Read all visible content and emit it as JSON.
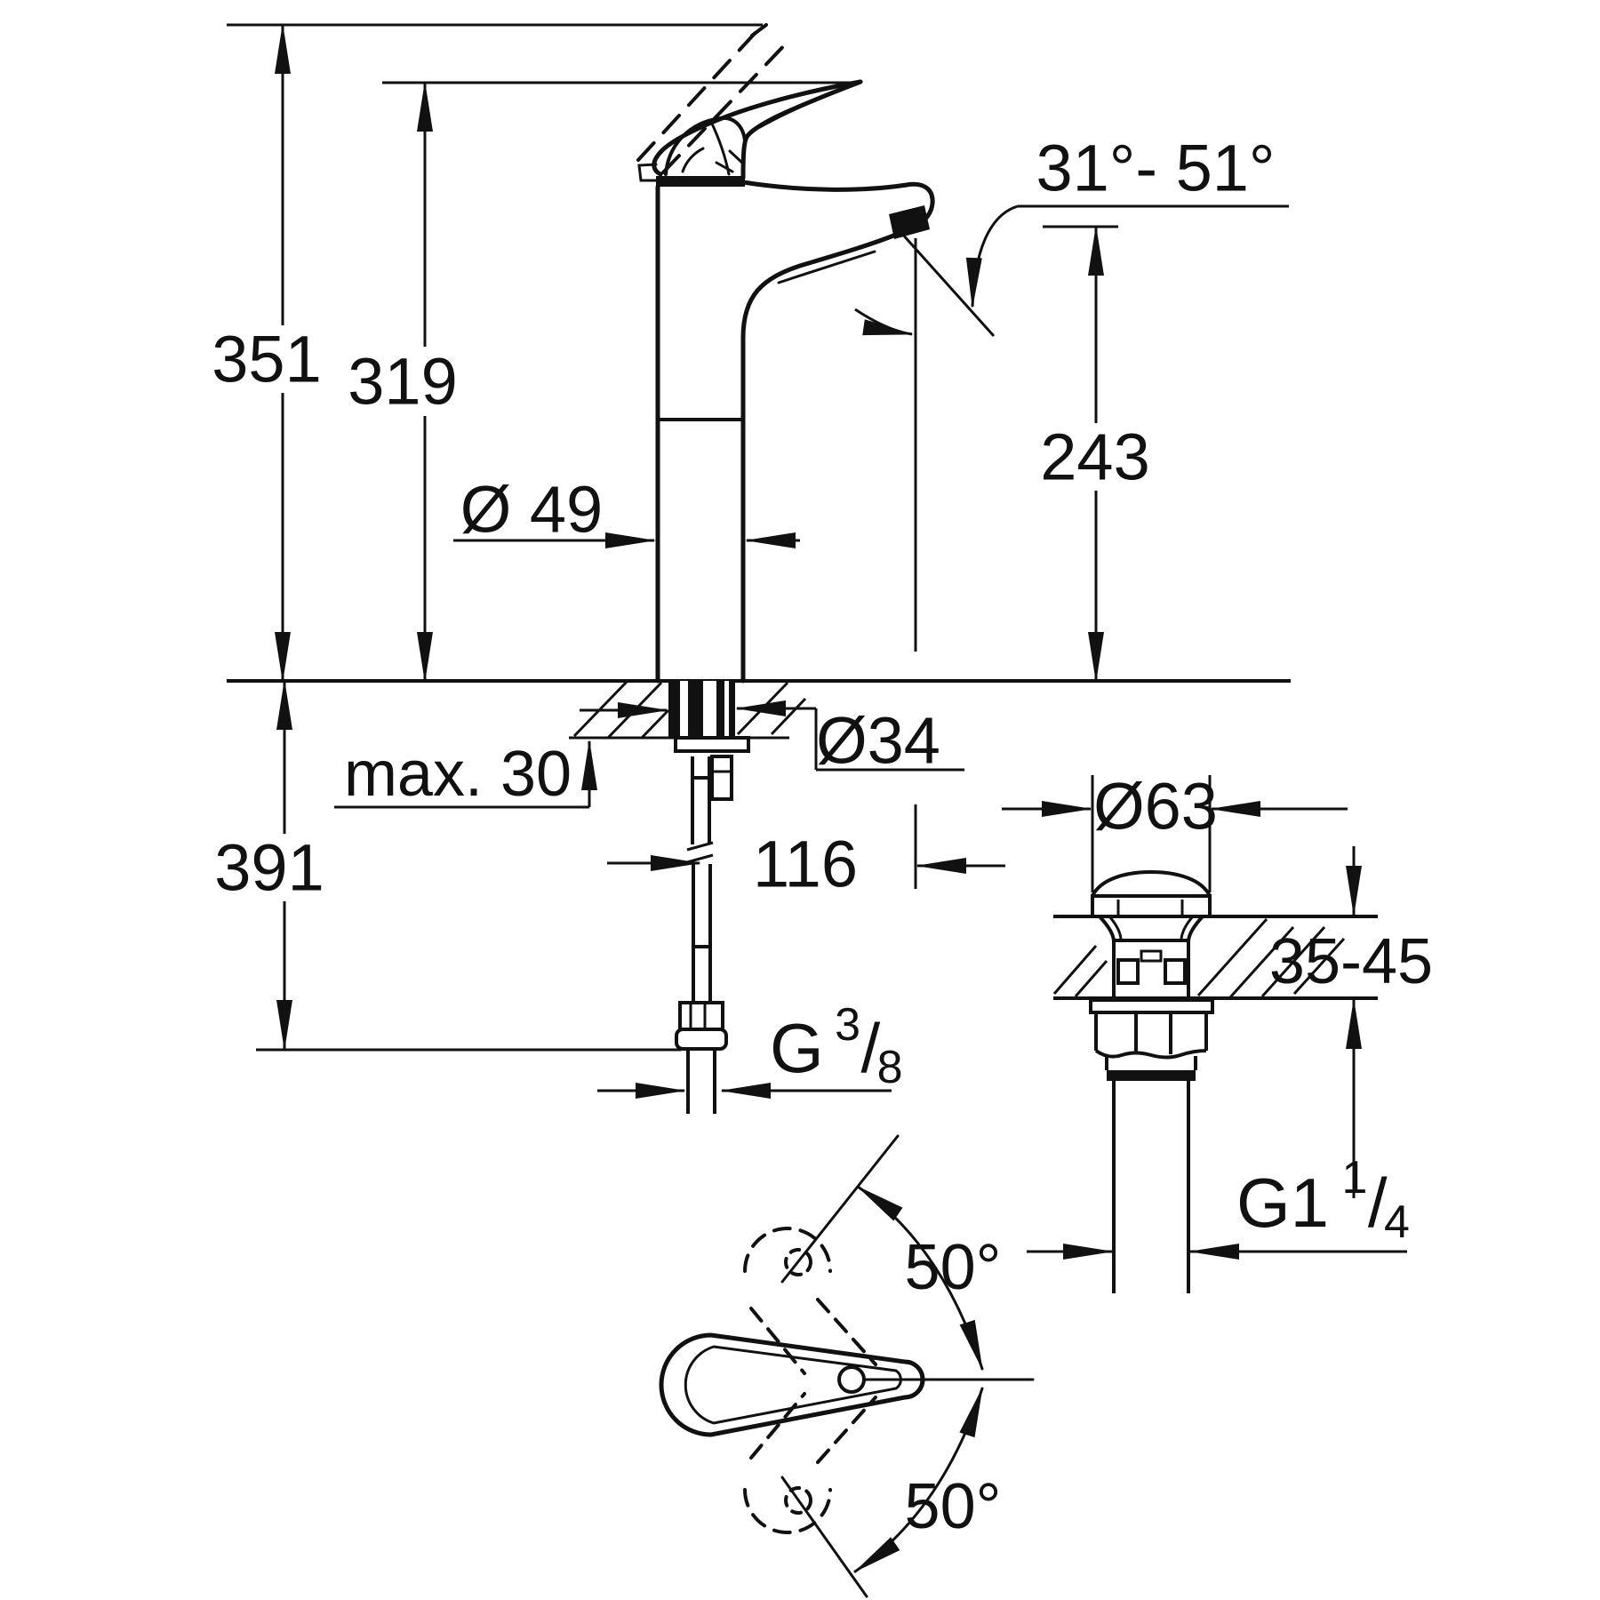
{
  "drawing": {
    "type": "technical-dimension-diagram",
    "views": [
      "faucet-side-view",
      "pop-up-waste-section",
      "handle-top-view"
    ],
    "units_shown": "mm",
    "colors": {
      "line": "#111111",
      "background": "#ffffff"
    }
  },
  "labels": {
    "total_height": "351",
    "spout_pivot_height": "319",
    "under_counter_depth": "391",
    "aerator_height": "243",
    "lever_angle_range": "31°- 51°",
    "body_diameter": "Ø 49",
    "counter_max_thickness": "max. 30",
    "shank_diameter": "Ø34",
    "spout_reach": "116",
    "waste_flange_diameter": "Ø63",
    "waste_counter_range": "35-45",
    "swivel_angle_up": "50°",
    "swivel_angle_down": "50°",
    "supply_thread": {
      "prefix": "G",
      "numerator": "3",
      "slash": "/",
      "denominator": "8"
    },
    "waste_thread": {
      "prefix": "G1",
      "numerator": "1",
      "slash": "/",
      "denominator": "4"
    }
  }
}
